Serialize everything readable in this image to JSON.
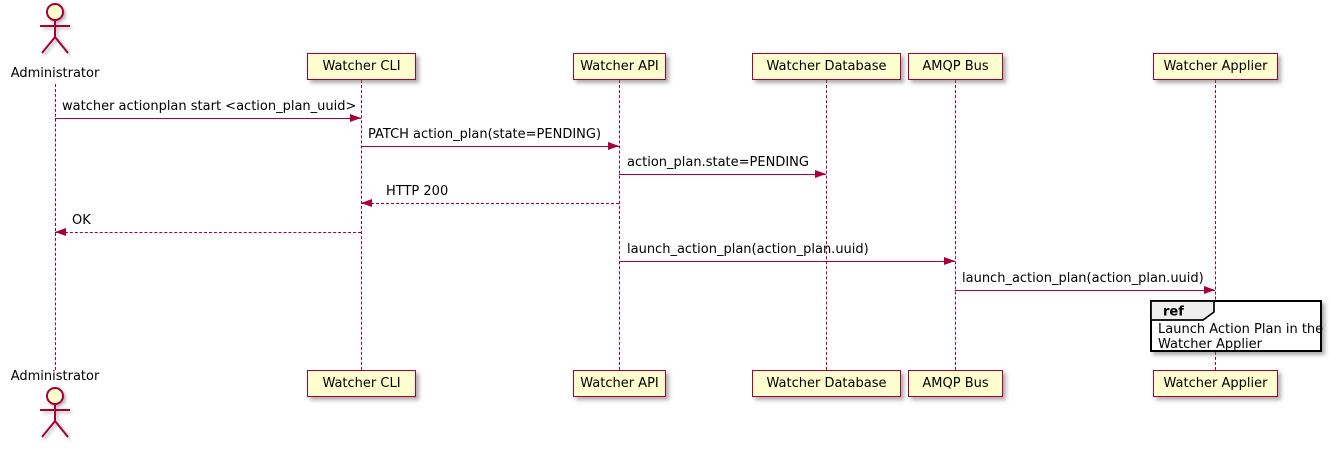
{
  "diagram": {
    "type": "uml-sequence-diagram",
    "actor": {
      "name": "Administrator"
    },
    "participants": [
      {
        "label": "Watcher CLI"
      },
      {
        "label": "Watcher API"
      },
      {
        "label": "Watcher Database"
      },
      {
        "label": "AMQP Bus"
      },
      {
        "label": "Watcher Applier"
      }
    ],
    "messages": [
      {
        "from": "Administrator",
        "to": "Watcher CLI",
        "style": "solid",
        "text": "watcher actionplan start <action_plan_uuid>"
      },
      {
        "from": "Watcher CLI",
        "to": "Watcher API",
        "style": "solid",
        "text": "PATCH action_plan(state=PENDING)"
      },
      {
        "from": "Watcher API",
        "to": "Watcher Database",
        "style": "solid",
        "text": "action_plan.state=PENDING"
      },
      {
        "from": "Watcher API",
        "to": "Watcher CLI",
        "style": "dashed",
        "text": "HTTP 200"
      },
      {
        "from": "Watcher CLI",
        "to": "Administrator",
        "style": "dashed",
        "text": "OK"
      },
      {
        "from": "Watcher API",
        "to": "AMQP Bus",
        "style": "solid",
        "text": "launch_action_plan(action_plan.uuid)"
      },
      {
        "from": "AMQP Bus",
        "to": "Watcher Applier",
        "style": "solid",
        "text": "launch_action_plan(action_plan.uuid)"
      }
    ],
    "ref": {
      "tag": "ref",
      "line1": "Launch Action Plan in the",
      "line2": "Watcher Applier"
    },
    "colors": {
      "box_fill": "#FEFECE",
      "line_and_border": "#A80036",
      "text": "#000000",
      "ref_border": "#000000",
      "ref_tag_fill": "#EEEEEE",
      "background": "#FFFFFF"
    }
  }
}
